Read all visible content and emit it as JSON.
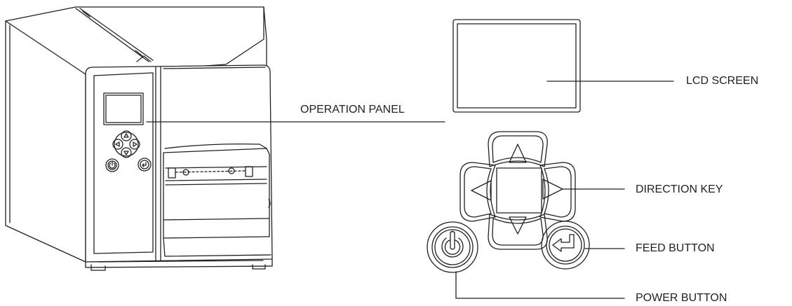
{
  "labels": {
    "operation_panel": "OPERATION PANEL",
    "lcd_screen": "LCD SCREEN",
    "direction_key": "DIRECTION KEY",
    "feed_button": "FEED BUTTON",
    "power_button": "POWER BUTTON"
  },
  "colors": {
    "line": "#231f20",
    "background": "#ffffff"
  },
  "icons": {
    "up": "triangle-up-icon",
    "down": "triangle-down-icon",
    "left": "triangle-left-icon",
    "right": "triangle-right-icon",
    "power": "power-icon",
    "feed": "enter-arrow-icon"
  }
}
